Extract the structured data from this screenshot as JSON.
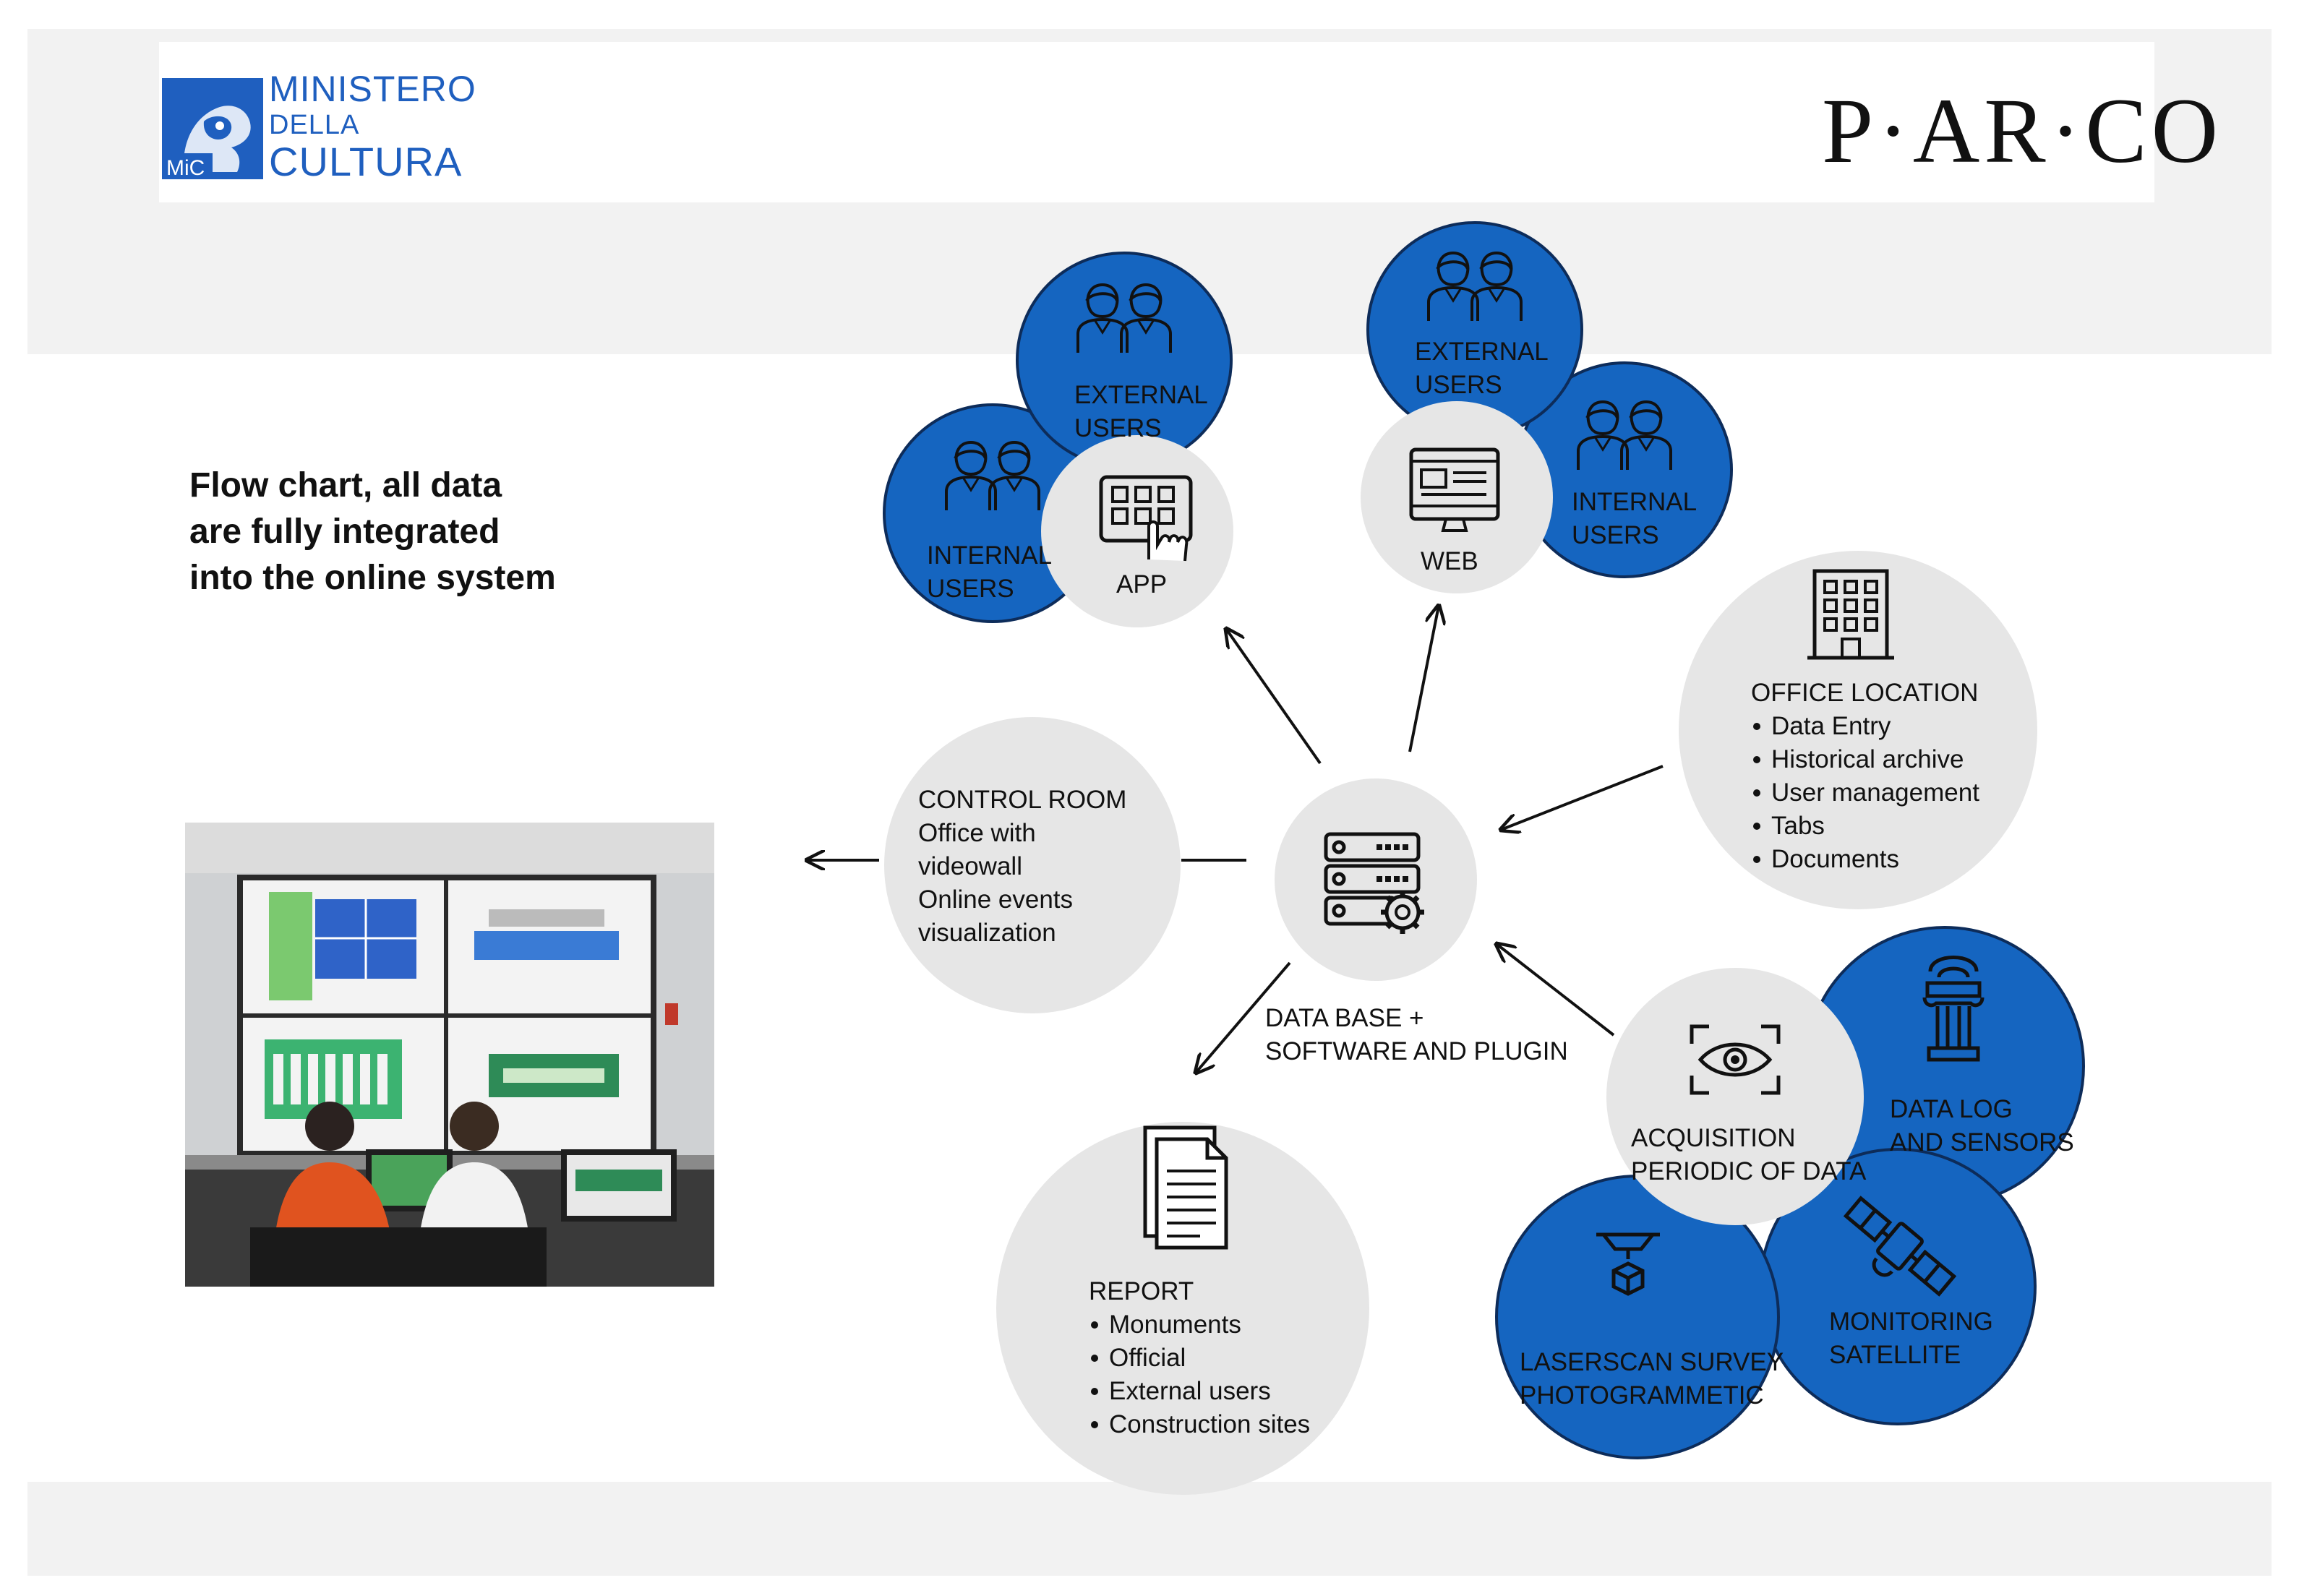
{
  "header": {
    "ministry_line1": "MINISTERO",
    "ministry_line2": "DELLA",
    "ministry_line3": "CULTURA",
    "ministry_badge": "MiC",
    "brand": "P·AR·CO"
  },
  "intro": {
    "line1": "Flow chart, all data",
    "line2": "are fully integrated",
    "line3": "into the online system"
  },
  "nodes": {
    "app": {
      "external_users": [
        "EXTERNAL",
        "USERS"
      ],
      "internal_users": [
        "INTERNAL",
        "USERS"
      ],
      "label": "APP"
    },
    "web": {
      "external_users": [
        "EXTERNAL",
        "USERS"
      ],
      "internal_users": [
        "INTERNAL",
        "USERS"
      ],
      "label": "WEB"
    },
    "office": {
      "title": "OFFICE LOCATION",
      "items": [
        "Data Entry",
        "Historical archive",
        "User management",
        "Tabs",
        "Documents"
      ]
    },
    "control_room": {
      "lines": [
        "CONTROL ROOM",
        "Office with",
        "videowall",
        "Online events",
        "visualization"
      ]
    },
    "database": {
      "lines": [
        "DATA BASE +",
        "SOFTWARE AND PLUGIN"
      ]
    },
    "report": {
      "title": "REPORT",
      "items": [
        "Monuments",
        "Official",
        "External users",
        "Construction sites"
      ]
    },
    "acquisition": {
      "lines": [
        "ACQUISITION",
        "PERIODIC OF DATA"
      ],
      "data_log": [
        "DATA LOG",
        "AND SENSORS"
      ],
      "laserscan": [
        "LASERSCAN SURVEY",
        "PHOTOGRAMMETIC"
      ],
      "satellite": [
        "MONITORING",
        "SATELLITE"
      ]
    }
  },
  "colors": {
    "blue": "#1565c0",
    "grey": "#e6e6e6",
    "ink": "#111111"
  }
}
